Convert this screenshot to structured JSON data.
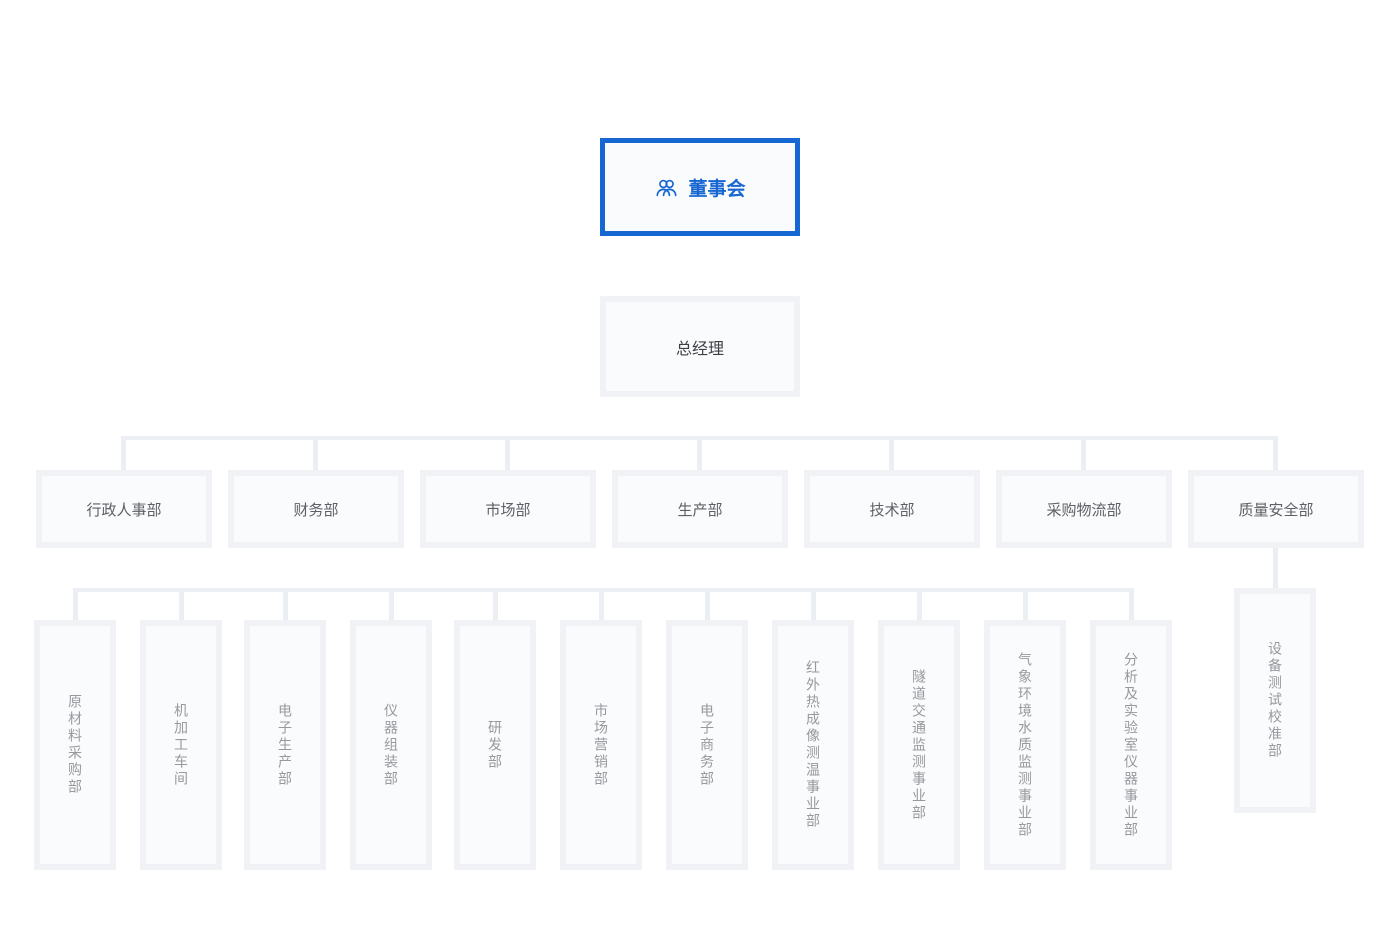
{
  "org_chart": {
    "root": {
      "label": "董事会",
      "icon": "team-icon",
      "selected": true
    },
    "general_manager": {
      "label": "总经理"
    },
    "departments": [
      {
        "label": "行政人事部"
      },
      {
        "label": "财务部"
      },
      {
        "label": "市场部"
      },
      {
        "label": "生产部"
      },
      {
        "label": "技术部"
      },
      {
        "label": "采购物流部"
      },
      {
        "label": "质量安全部"
      }
    ],
    "sub_departments": [
      {
        "label": "原材料采购部"
      },
      {
        "label": "机加工车间"
      },
      {
        "label": "电子生产部"
      },
      {
        "label": "仪器组装部"
      },
      {
        "label": "研发部"
      },
      {
        "label": "市场营销部"
      },
      {
        "label": "电子商务部"
      },
      {
        "label": "红外热成像测温事业部"
      },
      {
        "label": "隧道交通监测事业部"
      },
      {
        "label": "气象环境水质监测事业部"
      },
      {
        "label": "分析及实验室仪器事业部"
      }
    ],
    "quality_child": {
      "label": "设备测试校准部"
    },
    "colors": {
      "accent": "#1767d2",
      "node_bg": "#fafbfc",
      "node_border": "#f0f2f5",
      "connector": "#ebeef3",
      "text_primary": "#3e4045",
      "text_secondary": "#5d6065",
      "text_muted": "#97999e"
    }
  }
}
